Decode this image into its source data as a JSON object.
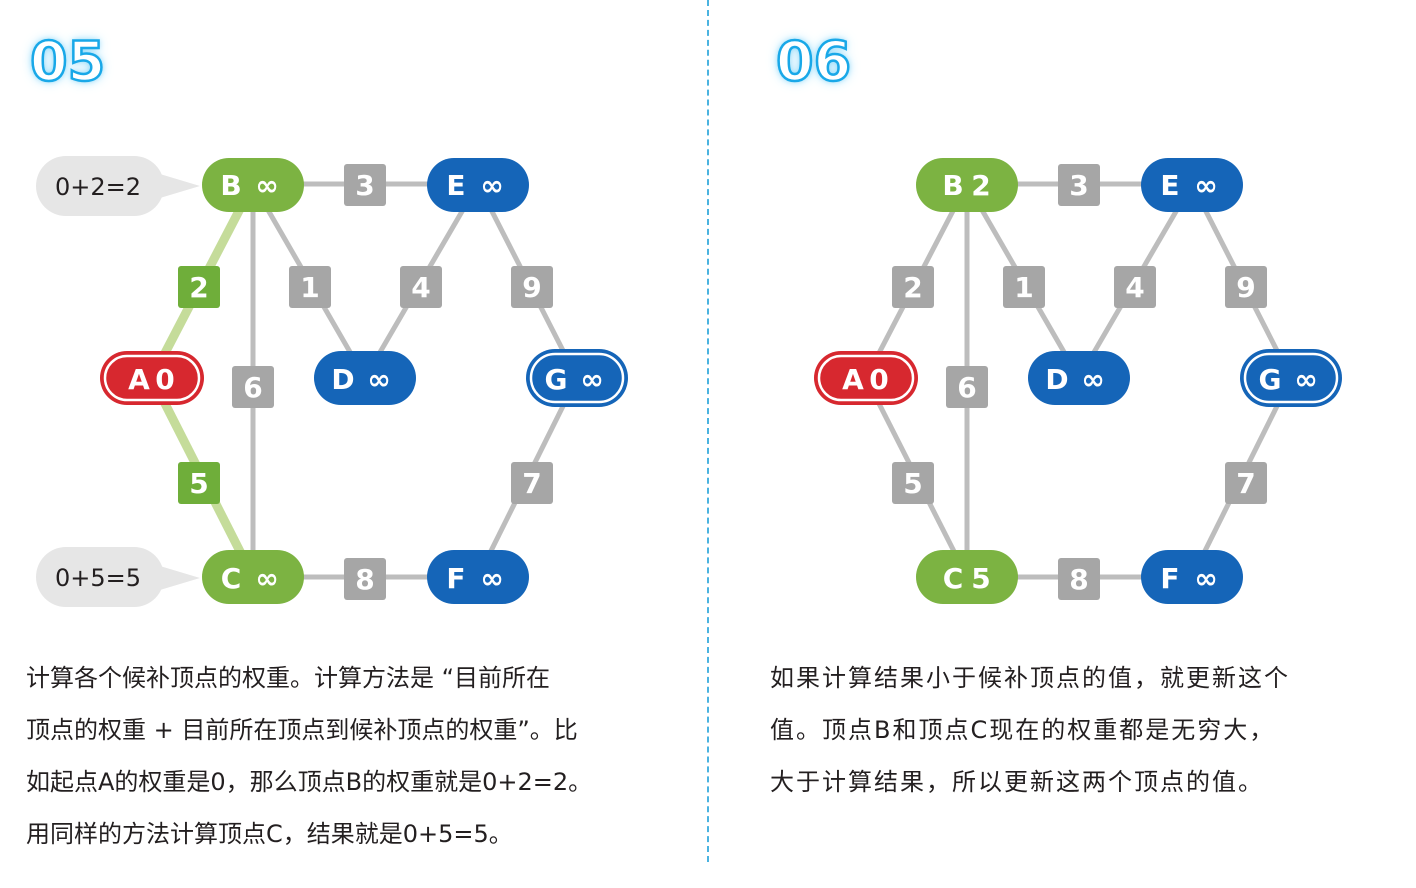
{
  "panels": [
    {
      "step": "05",
      "nodes": {
        "A": {
          "name": "A",
          "value": "0"
        },
        "B": {
          "name": "B",
          "value": "∞"
        },
        "C": {
          "name": "C",
          "value": "∞"
        },
        "D": {
          "name": "D",
          "value": "∞"
        },
        "E": {
          "name": "E",
          "value": "∞"
        },
        "F": {
          "name": "F",
          "value": "∞"
        },
        "G": {
          "name": "G",
          "value": "∞"
        }
      },
      "edges": {
        "AB": "2",
        "AC": "5",
        "BC": "6",
        "BD": "1",
        "BE": "3",
        "CF": "8",
        "DE": "4",
        "EG": "9",
        "FG": "7"
      },
      "bubbles": {
        "B": "0+2=2",
        "C": "0+5=5"
      },
      "caption": [
        "计算各个候补顶点的权重。计算方法是 “目前所在",
        "顶点的权重 + 目前所在顶点到候补顶点的权重”。比",
        "如起点A的权重是0，那么顶点B的权重就是0+2=2。",
        "用同样的方法计算顶点C，结果就是0+5=5。"
      ]
    },
    {
      "step": "06",
      "nodes": {
        "A": {
          "name": "A",
          "value": "0"
        },
        "B": {
          "name": "B",
          "value": "2"
        },
        "C": {
          "name": "C",
          "value": "5"
        },
        "D": {
          "name": "D",
          "value": "∞"
        },
        "E": {
          "name": "E",
          "value": "∞"
        },
        "F": {
          "name": "F",
          "value": "∞"
        },
        "G": {
          "name": "G",
          "value": "∞"
        }
      },
      "edges": {
        "AB": "2",
        "AC": "5",
        "BC": "6",
        "BD": "1",
        "BE": "3",
        "CF": "8",
        "DE": "4",
        "EG": "9",
        "FG": "7"
      },
      "caption": [
        "如果计算结果小于候补顶点的值，就更新这个",
        "值。顶点B和顶点C现在的权重都是无穷大，",
        "大于计算结果，所以更新这两个顶点的值。"
      ]
    }
  ],
  "colors": {
    "start_node": "#d7282f",
    "candidate_node": "#7cb342",
    "unvisited_node": "#1565b8",
    "edge": "#bdbdbd",
    "edge_label": "#a6a6a6",
    "active_edge": "#c5dc9a",
    "active_label": "#6fae3a",
    "bubble": "#e6e6e6",
    "step_number": "#19a8e8",
    "divider": "#4ab3e0"
  }
}
